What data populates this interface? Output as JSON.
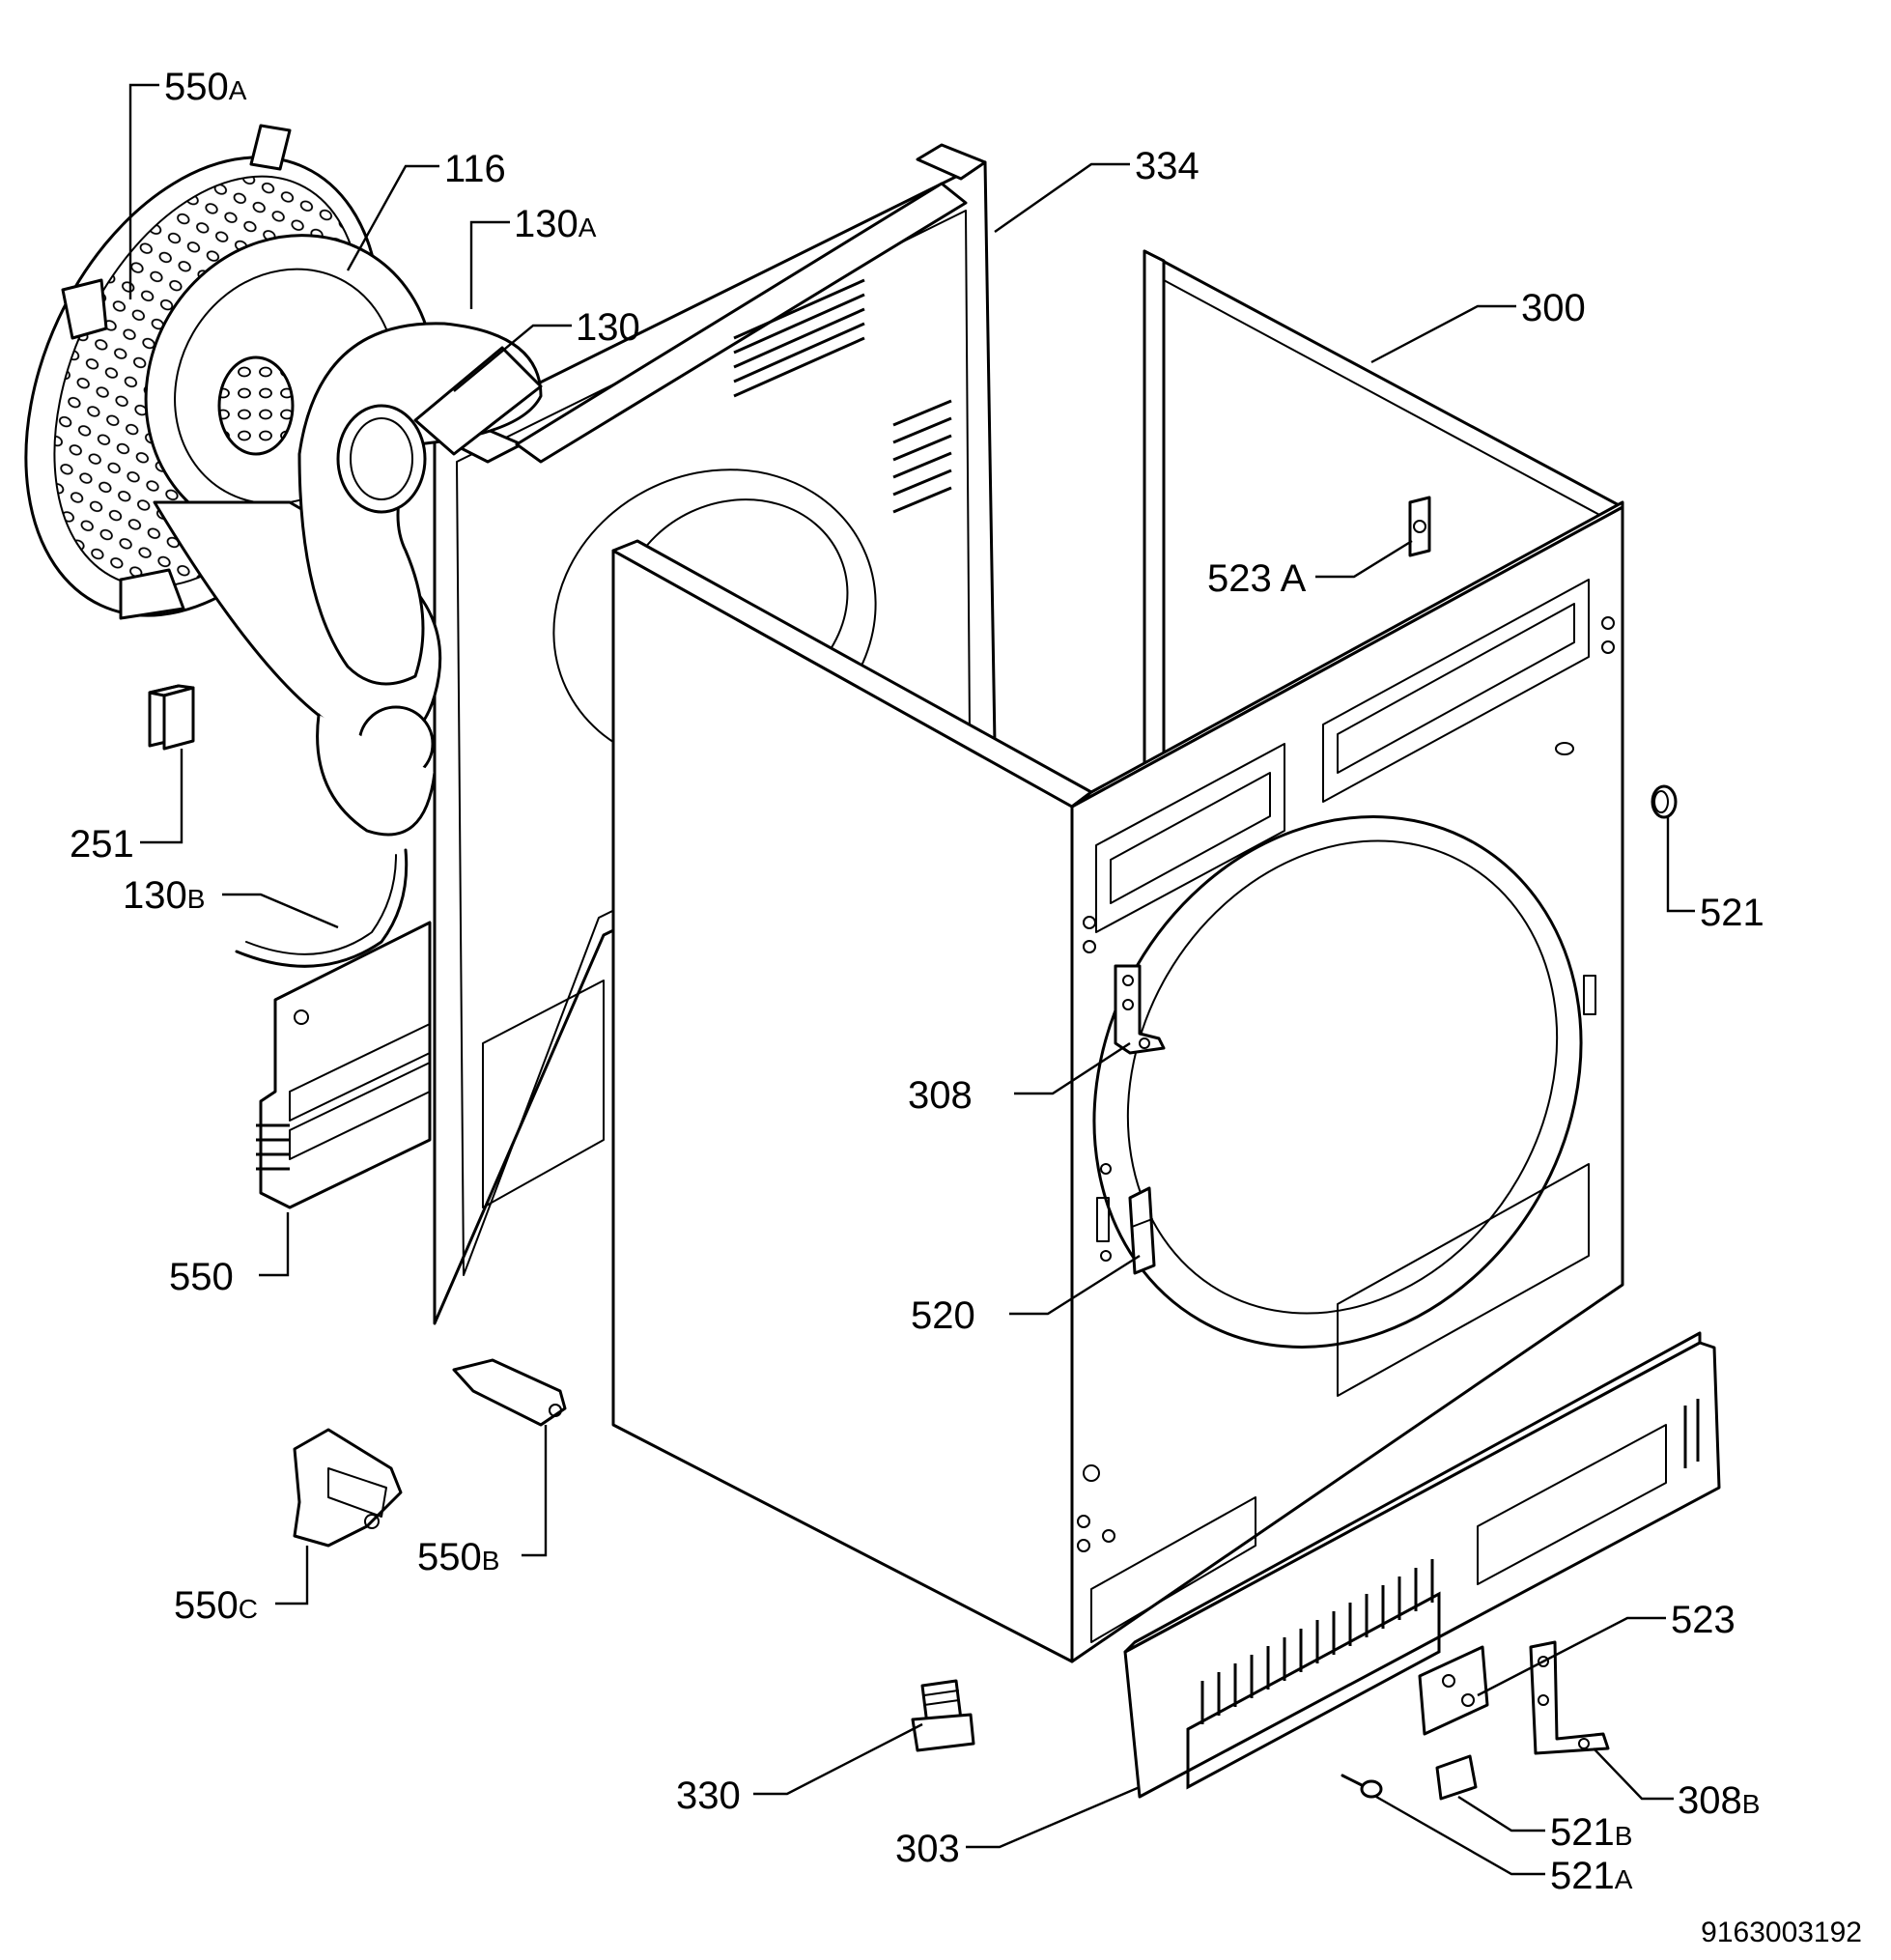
{
  "document_number": "9163003192",
  "labels": {
    "l550A": {
      "num": "550",
      "sfx": "A"
    },
    "l116": {
      "num": "116",
      "sfx": ""
    },
    "l130A": {
      "num": "130",
      "sfx": "A"
    },
    "l130": {
      "num": "130",
      "sfx": ""
    },
    "l334": {
      "num": "334",
      "sfx": ""
    },
    "l300": {
      "num": "300",
      "sfx": ""
    },
    "l523A": {
      "num": "523 A",
      "sfx": ""
    },
    "l251": {
      "num": "251",
      "sfx": ""
    },
    "l130B": {
      "num": "130",
      "sfx": "B"
    },
    "l521": {
      "num": "521",
      "sfx": ""
    },
    "l308": {
      "num": "308",
      "sfx": ""
    },
    "l550": {
      "num": "550",
      "sfx": ""
    },
    "l520": {
      "num": "520",
      "sfx": ""
    },
    "l550B": {
      "num": "550",
      "sfx": "B"
    },
    "l550C": {
      "num": "550",
      "sfx": "C"
    },
    "l523": {
      "num": "523",
      "sfx": ""
    },
    "l330": {
      "num": "330",
      "sfx": ""
    },
    "l308B": {
      "num": "308",
      "sfx": "B"
    },
    "l521B": {
      "num": "521",
      "sfx": "B"
    },
    "l303": {
      "num": "303",
      "sfx": ""
    },
    "l521A": {
      "num": "521",
      "sfx": "A"
    }
  },
  "colors": {
    "line": "#000000",
    "background": "#ffffff"
  }
}
